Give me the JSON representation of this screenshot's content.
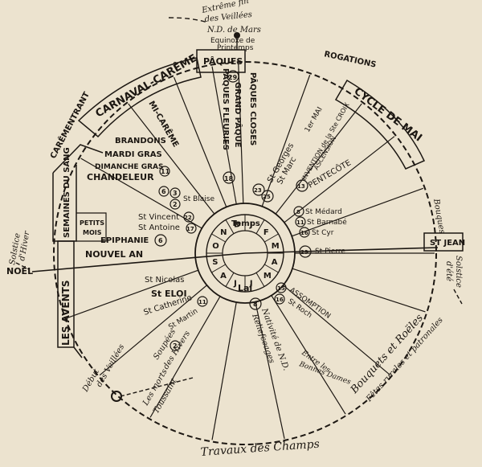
{
  "colors": {
    "paper": "#ece3cf",
    "ink": "#1c1712"
  },
  "top": {
    "extreme_l1": "Extrême fin",
    "extreme_l2": "des Veillées",
    "extreme_l3": "N.D. de Mars",
    "equinox_l1": "Equinoxe de",
    "equinox_l2": "Printemps"
  },
  "bands": {
    "paques": "PÂQUES",
    "carnaval": "CARNAVAL-CARÊME",
    "careme_entrant": "CARÊMENTRANT",
    "semaines_sang": "SEMAINES DU SANG",
    "petits_mois_l1": "PETITS",
    "petits_mois_l2": "MOIS",
    "avents": "LES AVENTS",
    "cycle_mai": "CYCLE DE MAI",
    "rogations": "ROGATIONS"
  },
  "labels": {
    "mi_careme": "MI-CARÊME",
    "paques_closes": "PÂQUES CLOSES",
    "grand_paque": "GRAND PÂQUE",
    "paques_fleuries": "PÂQUES FLEURIES",
    "num_29": "29",
    "num_18": "18",
    "brandons": "BRANDONS",
    "mardi_gras": "MARDI GRAS",
    "dimanche_gras": "DIMANCHE GRAS",
    "chandeleur": "CHANDELEUR",
    "num_11": "11",
    "num_6a": "6",
    "num_3": "3",
    "num_2": "2",
    "st_blaise": "St Blaise",
    "st_vincent": "St Vincent",
    "num_22": "22",
    "st_antoine": "St Antoine",
    "num_17": "17",
    "epiphanie": "EPIPHANIE",
    "num_6b": "6",
    "nouvel_an": "NOUVEL AN",
    "noel": "NOËL",
    "solstice_hiver_l1": "Solstice",
    "solstice_hiver_l2": "d'Hiver",
    "st_nicolas": "St Nicolas",
    "st_eloi": "St ELOI",
    "st_catherine": "St Catherine",
    "st_martin": "St Martin",
    "num_11b": "11",
    "soupees": "Soupées",
    "des_hivers": "des Hivers",
    "num_2b": "2",
    "les_morts": "Les morts",
    "toussaint": "Toussaint",
    "debut_l1": "Début",
    "debut_l2": "des Veillées",
    "st_georges": "St Georges",
    "st_marc": "St Marc",
    "num_23": "23",
    "num_25": "25",
    "premier_mai": "1er MAI",
    "invention": "INVENTION de la Ste CROIX",
    "ascension": "ASCENSION",
    "num_13": "13",
    "pentecote": "PENTECÔTE",
    "st_medard": "St Médard",
    "st_barnabe": "St Barnabé",
    "st_cyr": "St Cyr",
    "num_8": "8",
    "num_11c": "11",
    "num_16": "16",
    "st_jean": "ST JEAN",
    "st_pierre": "St Pierre",
    "num_29b": "29",
    "solstice_ete_l1": "Solstice",
    "solstice_ete_l2": "d'été",
    "bouques": "Bouques",
    "assomption": "ASSOMPTION",
    "st_roch": "St Roch",
    "num_15": "15",
    "num_16b": "16",
    "nativite": "Nativité de N.D.",
    "reliefceages": "Reliefceages",
    "num_8b": "8",
    "entre_les": "Entre les",
    "bonnes_dames": "Bonnes Dames",
    "bouquets": "Bouquets et Roëles",
    "fetes": "Fêtes rurales et patronales",
    "travaux": "Travaux des Champs"
  },
  "hub": {
    "temps": "Temps",
    "lai": "Lai",
    "months": [
      "J",
      "F",
      "M",
      "A",
      "M",
      "J",
      "J",
      "A",
      "S",
      "O",
      "N",
      "D"
    ]
  }
}
